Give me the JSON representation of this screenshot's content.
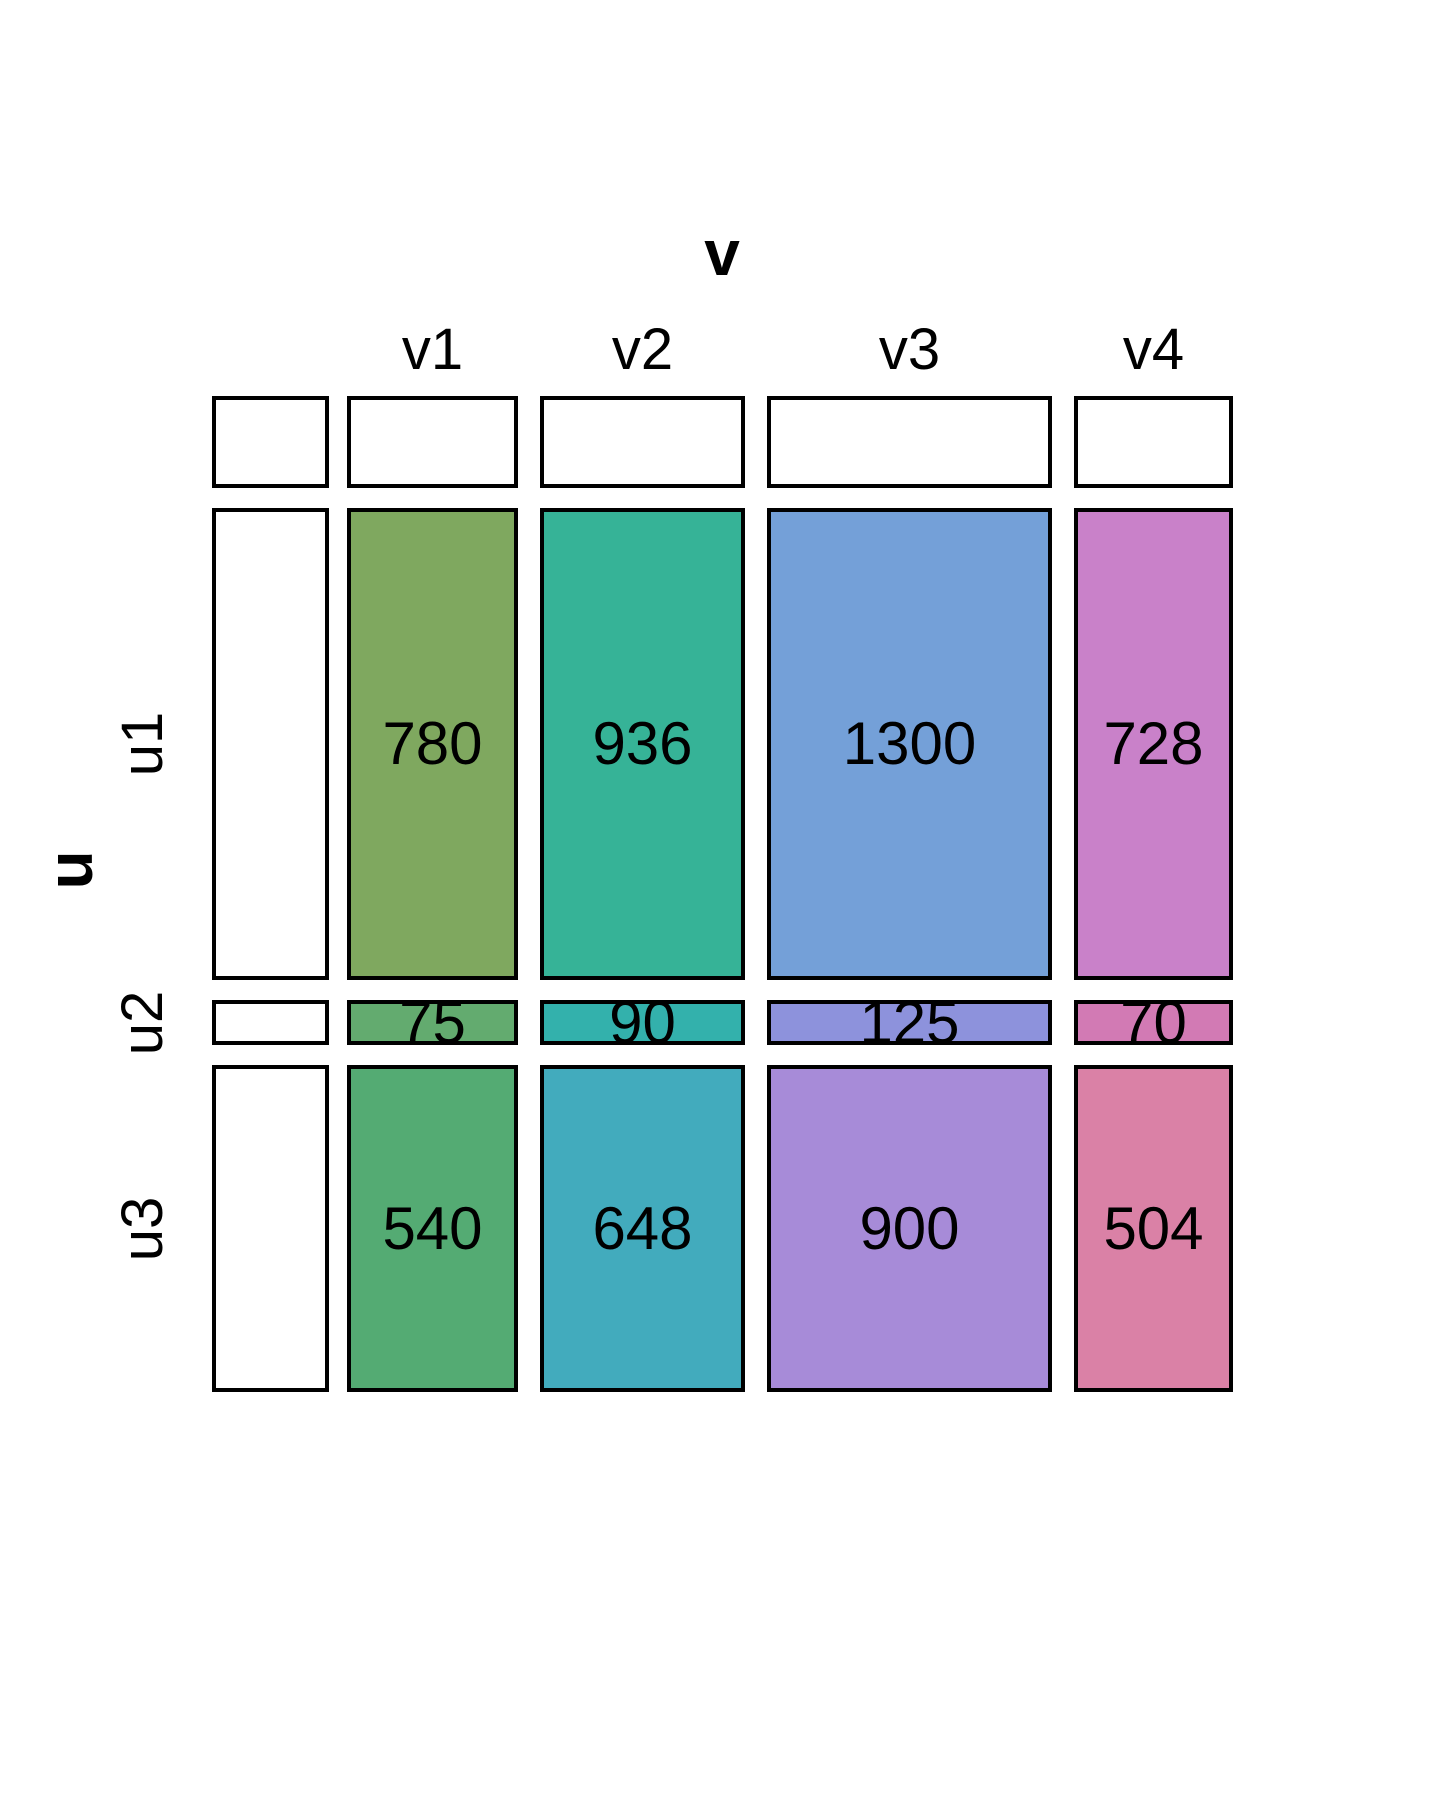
{
  "page": {
    "background": "#ffffff",
    "text_color": "#000000"
  },
  "chart_data": {
    "type": "mosaic",
    "title": "v",
    "xlabel": "v",
    "ylabel": "u",
    "col_categories": [
      "v1",
      "v2",
      "v3",
      "v4"
    ],
    "row_categories": [
      "u1",
      "u2",
      "u3"
    ],
    "values": [
      [
        780,
        936,
        1300,
        728
      ],
      [
        75,
        90,
        125,
        70
      ],
      [
        540,
        648,
        900,
        504
      ]
    ],
    "cell_colors": [
      [
        "#7fa85f",
        "#36b397",
        "#74a0d8",
        "#c981c9"
      ],
      [
        "#63ab6f",
        "#33b1ac",
        "#8d92dc",
        "#d27ab4"
      ],
      [
        "#54ab73",
        "#42abbd",
        "#a78bd8",
        "#da81a6"
      ]
    ],
    "margin_box_fill": "#ffffff",
    "border_color": "#000000",
    "legend": "none",
    "grid": false,
    "layout": "widths proportional to column totals, heights proportional to row totals, with white marginal header row and left column"
  }
}
